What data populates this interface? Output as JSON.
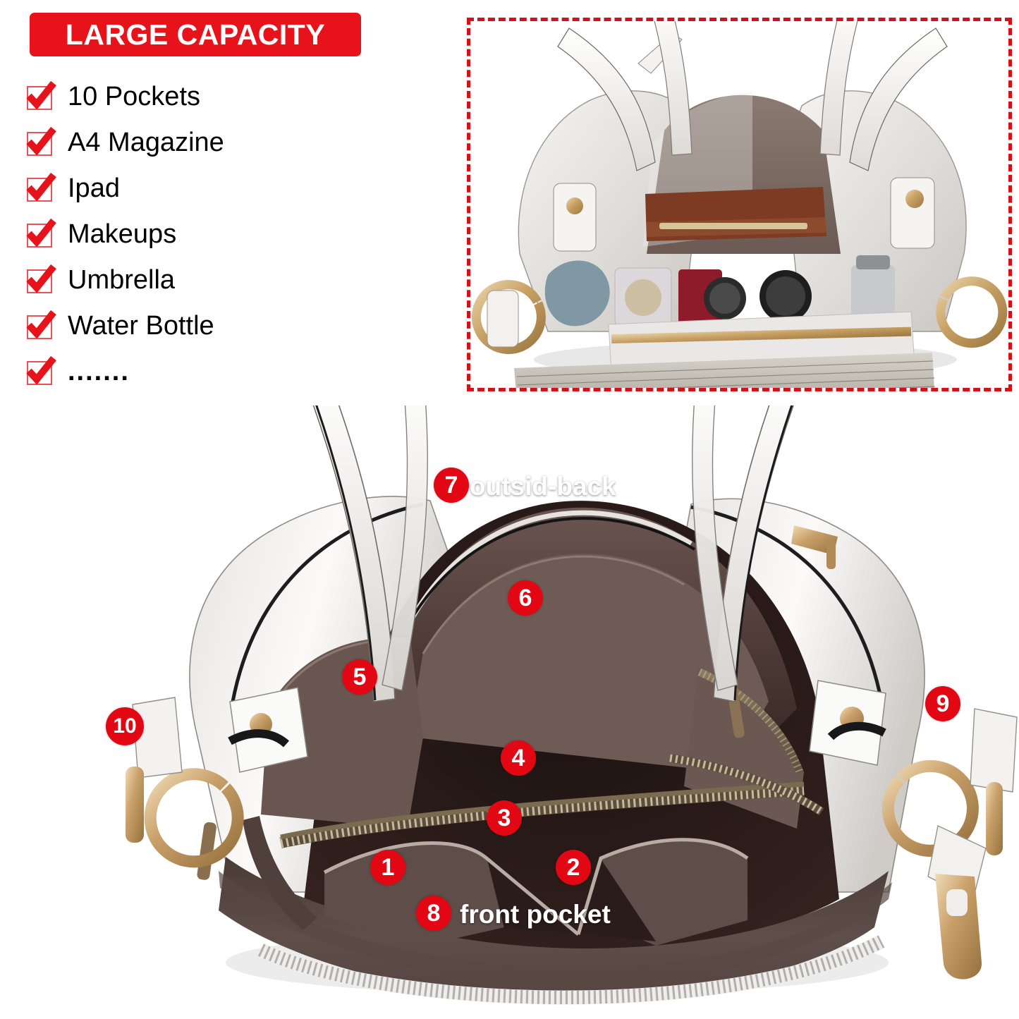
{
  "feature_panel": {
    "banner": {
      "text": "LARGE CAPACITY",
      "bg_color": "#E8131A",
      "text_color": "#FFFFFF"
    },
    "checkbox_color": "#E8131A",
    "items": [
      {
        "label": "10 Pockets",
        "icon": "checkmark-icon"
      },
      {
        "label": "A4 Magazine",
        "icon": "checkmark-icon"
      },
      {
        "label": "Ipad",
        "icon": "checkmark-icon"
      },
      {
        "label": "Makeups",
        "icon": "checkmark-icon"
      },
      {
        "label": "Umbrella",
        "icon": "checkmark-icon"
      },
      {
        "label": "Water Bottle",
        "icon": "checkmark-icon"
      },
      {
        "label": ".......",
        "icon": "checkmark-icon"
      }
    ]
  },
  "packed_photo": {
    "caption": "",
    "frame_style": "red-dashed",
    "frame_color": "#D4101A",
    "description": "White leather shoulder bag opened showing wallet, cosmetics jars, water bottle and magazines packed inside"
  },
  "main_photo": {
    "description": "Open white leather hobo handbag showing brown lining and all ten pockets",
    "marker_color": "#E30613",
    "markers": [
      {
        "id": "1",
        "number": "1",
        "text": ""
      },
      {
        "id": "2",
        "number": "2",
        "text": ""
      },
      {
        "id": "3",
        "number": "3",
        "text": ""
      },
      {
        "id": "4",
        "number": "4",
        "text": ""
      },
      {
        "id": "5",
        "number": "5",
        "text": ""
      },
      {
        "id": "6",
        "number": "6",
        "text": ""
      },
      {
        "id": "7",
        "number": "7",
        "text": "outsid-back"
      },
      {
        "id": "8",
        "number": "8",
        "text": "front pocket"
      },
      {
        "id": "9",
        "number": "9",
        "text": ""
      },
      {
        "id": "10",
        "number": "10",
        "text": ""
      }
    ]
  },
  "colors": {
    "brand_red": "#E8131A",
    "marker_red": "#E30613",
    "leather_white": "#F2F1EF",
    "lining_brown": "#5A4A46",
    "lining_deep": "#43302D",
    "hardware_gold": "#C9A06A",
    "zipper_olive": "#6E6048"
  }
}
